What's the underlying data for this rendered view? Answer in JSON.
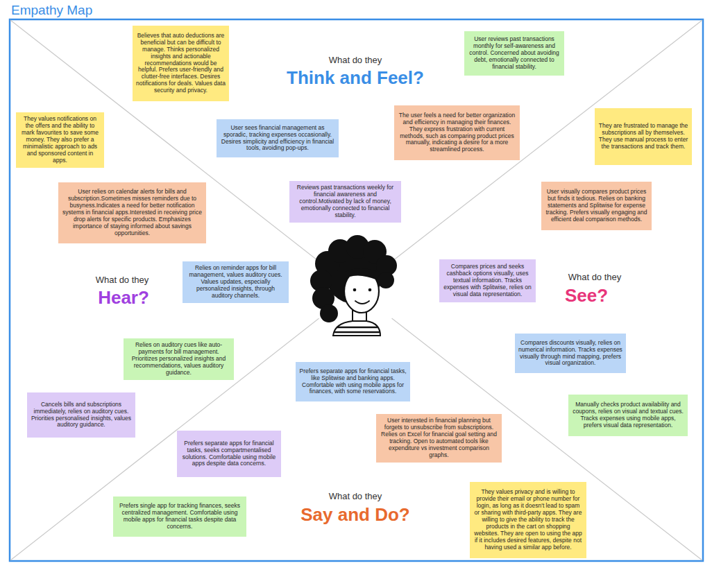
{
  "diagram": {
    "title": "Empathy Map",
    "nodes": [
      {
        "text": [
          "Believes that auto deductions are beneficial but can be difficult to manage. Thinks personalized insights and actionable recommendations would be helpful. Prefers user-friendly and clutter-free interfaces. Desires notifications for deals. Values data security and privacy."
        ]
      },
      {
        "text": [
          "User reviews past transactions monthly for self-awareness and control. Concerned about avoiding debt, emotionally connected to financial stability."
        ]
      },
      {
        "text": [
          "They values  notifications on the offers and the ability to mark favourites to save some money. They also prefer a minimalistic approach to ads and sponsored content in apps."
        ]
      },
      {
        "text": [
          "User sees financial management as sporadic, tracking expenses occasionally. Desires simplicity and efficiency in financial tools, avoiding pop-ups."
        ]
      },
      {
        "text": [
          "The user feels a need for better organization and efficiency in managing their finances. They express frustration with current methods, such as comparing product prices manually, indicating a desire for a more streamlined process."
        ]
      },
      {
        "text": [
          "They are frustrated to manage the subscriptions all by themselves. They use manual process to enter the transactions and track them."
        ]
      },
      {
        "text": [
          "Reviews past transactions weekly for financial awareness and control.Motivated by lack of money, emotionally connected to financial stability."
        ]
      },
      {
        "text": [
          "User relies on calendar alerts for bills and subscription.Sometimes misses reminders due to busyness.Indicates a need for better notification systems in financial apps.Interested in receiving price drop alerts for specific products. Emphasizes importance of staying informed about savings opportunities."
        ]
      },
      {
        "text": [
          "User visually compares product prices but finds it tedious. Relies on banking statements and Splitwise for expense tracking. Prefers visually engaging and efficient deal comparison methods."
        ]
      },
      {
        "text": [
          "Compares prices and seeks cashback options visually, uses textual information. Tracks expenses with Splitwise, relies on visual data representation."
        ]
      },
      {
        "text": [
          "Relies on reminder apps for bill management, values auditory cues. Values updates, especially personalized insights, through auditory channels."
        ]
      },
      {
        "text": [
          "Compares discounts visually, relies on numerical information. Tracks expenses visually through mind mapping, prefers visual organization."
        ]
      },
      {
        "text": [
          "Relies on auditory cues like auto-payments for bill management. Prioritizes personalized insights and recommendations, values auditory guidance."
        ]
      },
      {
        "text": [
          "Prefers separate apps for financial tasks, like Splitwise and banking apps. Comfortable with using mobile apps for finances, with some reservations."
        ]
      },
      {
        "text": [
          "Cancels bills and subscriptions immediately, relies on auditory cues. Priorities personalised insights, values auditory guidance."
        ]
      },
      {
        "text": [
          "Manually checks product availability and coupons, relies on visual and textual cues. Tracks expenses using mobile apps, prefers visual data representation."
        ]
      },
      {
        "text": [
          "User interested in financial planning but forgets to unsubscribe from subscriptions. Relies on Excel for financial goal setting and tracking. Open to automated tools like expenditure vs investment comparison graphs."
        ]
      },
      {
        "text": [
          "Prefers separate apps for financial tasks, seeks compartmentalised solutions. Comfortable using mobile apps despite data concerns."
        ]
      },
      {
        "text": [
          "They values privacy and is willing to provide their email or phone number for login, as long as it doesn't lead to spam or sharing with third-party apps. They are willing to give the ability to track the products in the cart on shopping websites. They are open to using the app if it includes desired features, despite not having used a similar app before."
        ]
      },
      {
        "text": [
          "Prefers single app for tracking finances, seeks centralized management. Comfortable using mobile apps for financial tasks despite data concerns."
        ]
      }
    ],
    "labels": [
      "What do they",
      "Think and Feel?",
      "What do they",
      "Hear?",
      "What do they",
      "See?",
      "What do they",
      "Say and Do?"
    ]
  }
}
